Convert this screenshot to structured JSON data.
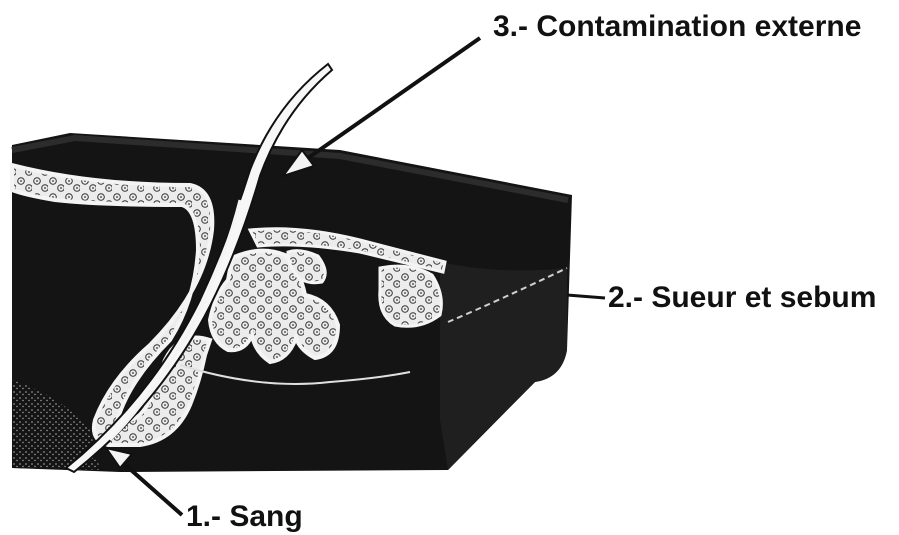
{
  "labels": {
    "external": "3.- Contamination externe",
    "sweat": "2.- Sueur et sebum",
    "blood": "1.- Sang"
  },
  "colors": {
    "tissue_dark": "#141414",
    "gland_light": "#ececec",
    "ink": "#111111",
    "background": "#ffffff"
  }
}
